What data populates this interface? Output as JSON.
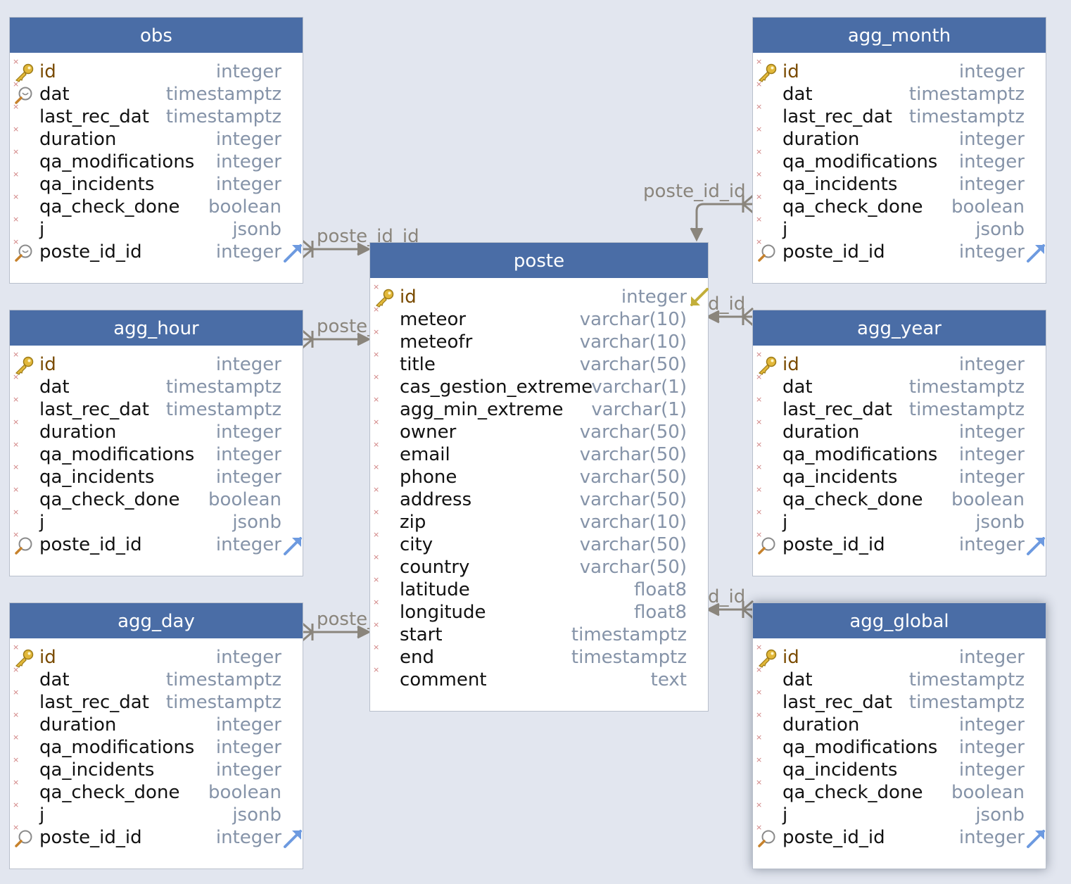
{
  "relation_label": "poste_id_id",
  "relation_label_short": "poste_",
  "relation_label_tail": "d_id",
  "colors": {
    "header": "#4a6da6",
    "connector": "#8a857c",
    "background": "#e2e6ef"
  },
  "tables": {
    "obs": {
      "title": "obs",
      "fields": [
        {
          "name": "id",
          "type": "integer",
          "icon": "key-icon"
        },
        {
          "name": "dat",
          "type": "timestamptz",
          "icon": "index-icon"
        },
        {
          "name": "last_rec_dat",
          "type": "timestamptz"
        },
        {
          "name": "duration",
          "type": "integer"
        },
        {
          "name": "qa_modifications",
          "type": "integer"
        },
        {
          "name": "qa_incidents",
          "type": "integer"
        },
        {
          "name": "qa_check_done",
          "type": "boolean"
        },
        {
          "name": "j",
          "type": "jsonb"
        },
        {
          "name": "poste_id_id",
          "type": "integer",
          "icon": "index-icon",
          "fk": true
        }
      ]
    },
    "agg_hour": {
      "title": "agg_hour",
      "fields": [
        {
          "name": "id",
          "type": "integer",
          "icon": "key-icon"
        },
        {
          "name": "dat",
          "type": "timestamptz"
        },
        {
          "name": "last_rec_dat",
          "type": "timestamptz"
        },
        {
          "name": "duration",
          "type": "integer"
        },
        {
          "name": "qa_modifications",
          "type": "integer"
        },
        {
          "name": "qa_incidents",
          "type": "integer"
        },
        {
          "name": "qa_check_done",
          "type": "boolean"
        },
        {
          "name": "j",
          "type": "jsonb"
        },
        {
          "name": "poste_id_id",
          "type": "integer",
          "icon": "search-icon",
          "fk": true
        }
      ]
    },
    "agg_day": {
      "title": "agg_day",
      "fields": [
        {
          "name": "id",
          "type": "integer",
          "icon": "key-icon"
        },
        {
          "name": "dat",
          "type": "timestamptz"
        },
        {
          "name": "last_rec_dat",
          "type": "timestamptz"
        },
        {
          "name": "duration",
          "type": "integer"
        },
        {
          "name": "qa_modifications",
          "type": "integer"
        },
        {
          "name": "qa_incidents",
          "type": "integer"
        },
        {
          "name": "qa_check_done",
          "type": "boolean"
        },
        {
          "name": "j",
          "type": "jsonb"
        },
        {
          "name": "poste_id_id",
          "type": "integer",
          "icon": "search-icon",
          "fk": true
        }
      ]
    },
    "poste": {
      "title": "poste",
      "fields": [
        {
          "name": "id",
          "type": "integer",
          "icon": "key-icon",
          "ref": true
        },
        {
          "name": "meteor",
          "type": "varchar(10)"
        },
        {
          "name": "meteofr",
          "type": "varchar(10)"
        },
        {
          "name": "title",
          "type": "varchar(50)"
        },
        {
          "name": "cas_gestion_extreme",
          "type": "varchar(1)"
        },
        {
          "name": "agg_min_extreme",
          "type": "varchar(1)"
        },
        {
          "name": "owner",
          "type": "varchar(50)"
        },
        {
          "name": "email",
          "type": "varchar(50)"
        },
        {
          "name": "phone",
          "type": "varchar(50)"
        },
        {
          "name": "address",
          "type": "varchar(50)"
        },
        {
          "name": "zip",
          "type": "varchar(10)"
        },
        {
          "name": "city",
          "type": "varchar(50)"
        },
        {
          "name": "country",
          "type": "varchar(50)"
        },
        {
          "name": "latitude",
          "type": "float8"
        },
        {
          "name": "longitude",
          "type": "float8"
        },
        {
          "name": "start",
          "type": "timestamptz"
        },
        {
          "name": "end",
          "type": "timestamptz"
        },
        {
          "name": "comment",
          "type": "text"
        }
      ]
    },
    "agg_month": {
      "title": "agg_month",
      "fields": [
        {
          "name": "id",
          "type": "integer",
          "icon": "key-icon"
        },
        {
          "name": "dat",
          "type": "timestamptz"
        },
        {
          "name": "last_rec_dat",
          "type": "timestamptz"
        },
        {
          "name": "duration",
          "type": "integer"
        },
        {
          "name": "qa_modifications",
          "type": "integer"
        },
        {
          "name": "qa_incidents",
          "type": "integer"
        },
        {
          "name": "qa_check_done",
          "type": "boolean"
        },
        {
          "name": "j",
          "type": "jsonb"
        },
        {
          "name": "poste_id_id",
          "type": "integer",
          "icon": "search-icon",
          "fk": true
        }
      ]
    },
    "agg_year": {
      "title": "agg_year",
      "fields": [
        {
          "name": "id",
          "type": "integer",
          "icon": "key-icon"
        },
        {
          "name": "dat",
          "type": "timestamptz"
        },
        {
          "name": "last_rec_dat",
          "type": "timestamptz"
        },
        {
          "name": "duration",
          "type": "integer"
        },
        {
          "name": "qa_modifications",
          "type": "integer"
        },
        {
          "name": "qa_incidents",
          "type": "integer"
        },
        {
          "name": "qa_check_done",
          "type": "boolean"
        },
        {
          "name": "j",
          "type": "jsonb"
        },
        {
          "name": "poste_id_id",
          "type": "integer",
          "icon": "search-icon",
          "fk": true
        }
      ]
    },
    "agg_global": {
      "title": "agg_global",
      "fields": [
        {
          "name": "id",
          "type": "integer",
          "icon": "key-icon"
        },
        {
          "name": "dat",
          "type": "timestamptz"
        },
        {
          "name": "last_rec_dat",
          "type": "timestamptz"
        },
        {
          "name": "duration",
          "type": "integer"
        },
        {
          "name": "qa_modifications",
          "type": "integer"
        },
        {
          "name": "qa_incidents",
          "type": "integer"
        },
        {
          "name": "qa_check_done",
          "type": "boolean"
        },
        {
          "name": "j",
          "type": "jsonb"
        },
        {
          "name": "poste_id_id",
          "type": "integer",
          "icon": "search-icon",
          "fk": true
        }
      ]
    }
  }
}
